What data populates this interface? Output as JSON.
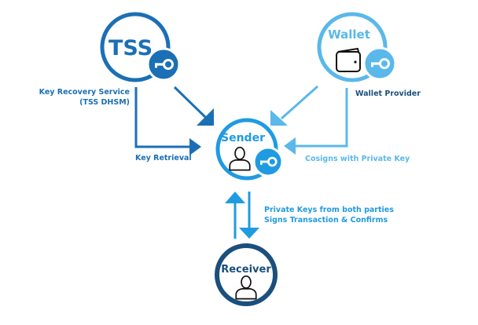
{
  "colors": {
    "tss": "#1b6fb5",
    "wallet": "#5ab8ea",
    "sender": "#1f9be1",
    "receiver": "#1b4f7c",
    "key_dark": "#1b6fb5",
    "key_light": "#5ab8ea",
    "key_sender": "#1f9be1",
    "label_dark": "#1b6fb5",
    "label_light": "#5ab8ea",
    "label_mid": "#1f9be1",
    "icon_stroke": "#111111"
  },
  "nodes": {
    "tss": {
      "title": "TSS",
      "icon": "key-icon",
      "caption_line1": "Key Recovery Service",
      "caption_line2": "(TSS DHSM)"
    },
    "wallet": {
      "title": "Wallet",
      "icon": "wallet-icon",
      "badge_icon": "key-icon",
      "caption": "Wallet Provider"
    },
    "sender": {
      "title": "Sender",
      "icon": "user-icon",
      "badge_icon": "key-icon"
    },
    "receiver": {
      "title": "Receiver",
      "icon": "user-icon"
    }
  },
  "edges": {
    "key_retrieval": {
      "label": "Key Retrieval"
    },
    "cosigns": {
      "label": "Cosigns with Private Key"
    },
    "sign_confirm": {
      "label_line1": "Private Keys from both parties",
      "label_line2": "Signs Transaction & Confirms"
    }
  }
}
